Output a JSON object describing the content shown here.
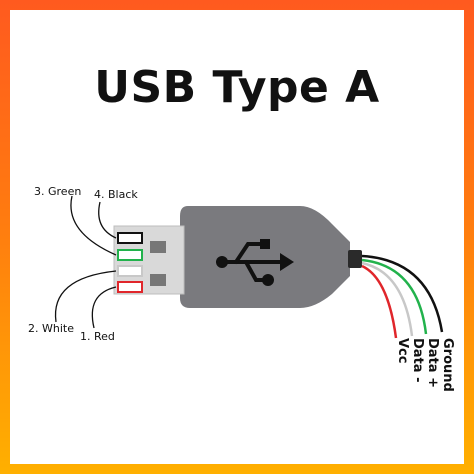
{
  "title": "USB Type A",
  "pin_labels": {
    "pin3": "3. Green",
    "pin4": "4. Black",
    "pin2": "2. White",
    "pin1": "1. Red"
  },
  "wire_labels": {
    "ground": "Ground",
    "data_plus": "Data +",
    "data_minus": "Data -",
    "vcc": "Vcc"
  },
  "colors": {
    "frame_top": "#ff5a1f",
    "frame_bottom": "#ffb000",
    "plug_body": "#7a7a7e",
    "connector_shell": "#d9d9d9",
    "black_wire": "#111111",
    "green_wire": "#22b24c",
    "white_wire": "#c8c8c8",
    "red_wire": "#e0262b"
  },
  "icons": [
    "usb-symbol-icon"
  ]
}
